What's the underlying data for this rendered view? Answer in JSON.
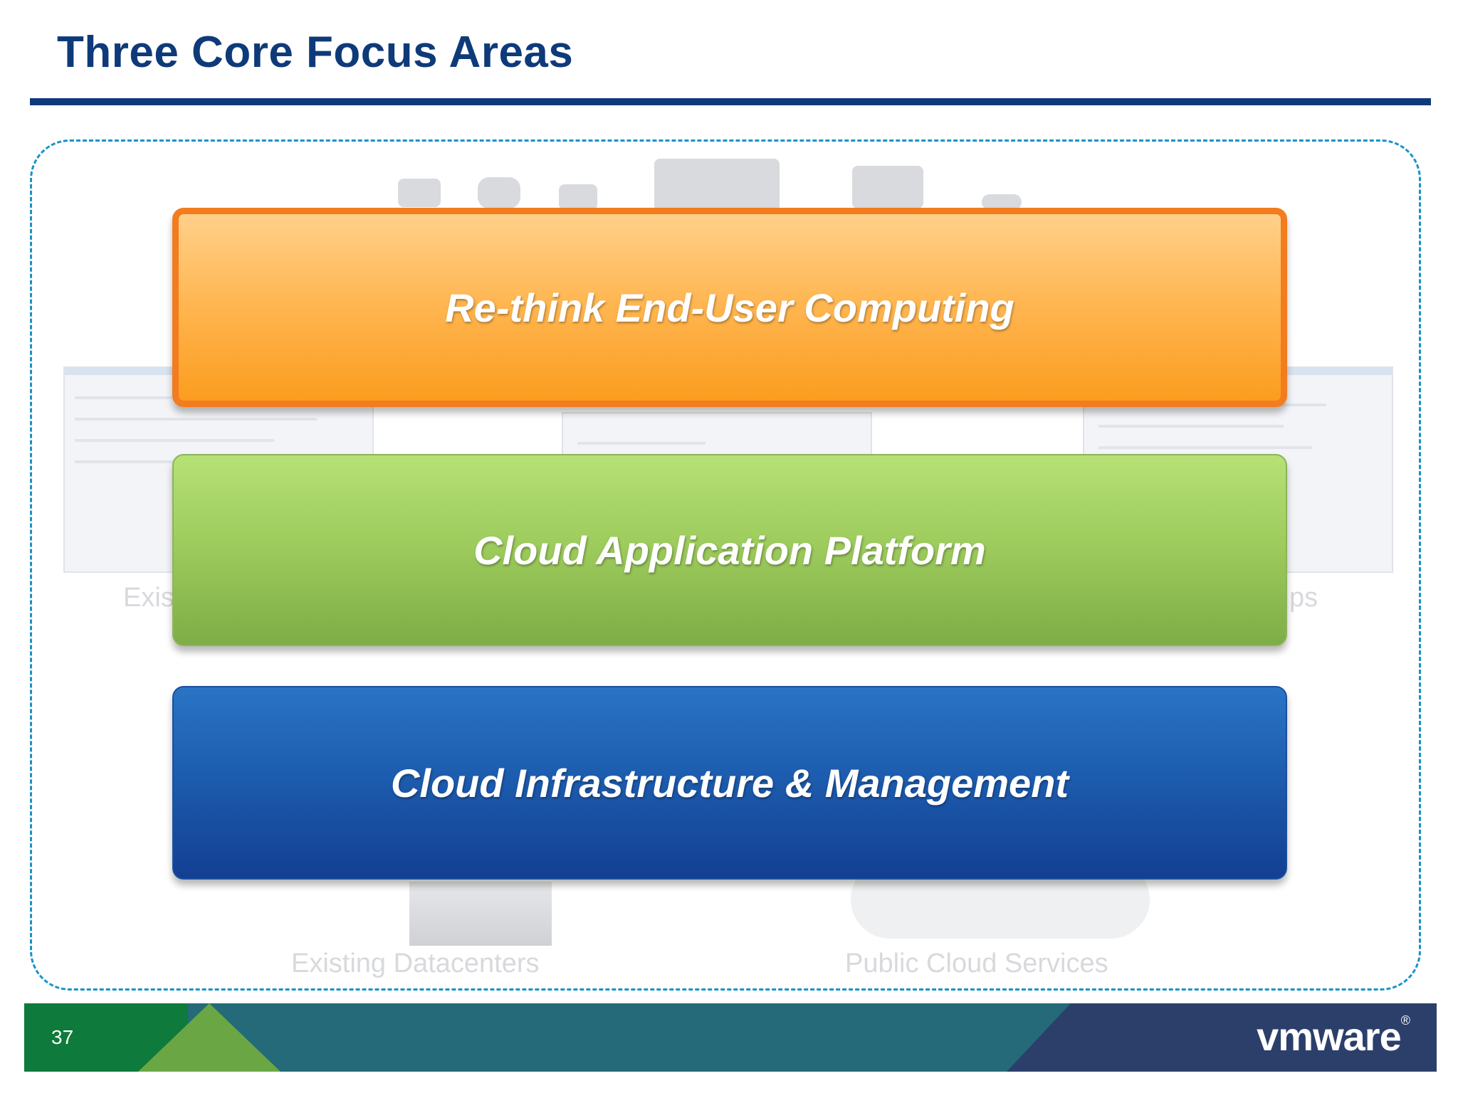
{
  "slide": {
    "title": "Three Core Focus Areas",
    "page_number": "37"
  },
  "focus_areas": [
    {
      "label": "Re-think End-User Computing",
      "color": "#fb9d1f",
      "border": "#f27c1e"
    },
    {
      "label": "Cloud Application Platform",
      "color": "#9dcb5c",
      "border": "#8fb35a"
    },
    {
      "label": "Cloud Infrastructure & Management",
      "color": "#1d5daf",
      "border": "#1a4f9e"
    }
  ],
  "background": {
    "left_app_label": "Exis",
    "right_app_label": "ps",
    "datacenter_label": "Existing Datacenters",
    "cloud_label": "Public Cloud Services"
  },
  "footer": {
    "logo_text": "vmware",
    "logo_mark": "®",
    "colors": [
      "#0e7a3b",
      "#6aa744",
      "#246a78",
      "#2c3f6b"
    ]
  }
}
